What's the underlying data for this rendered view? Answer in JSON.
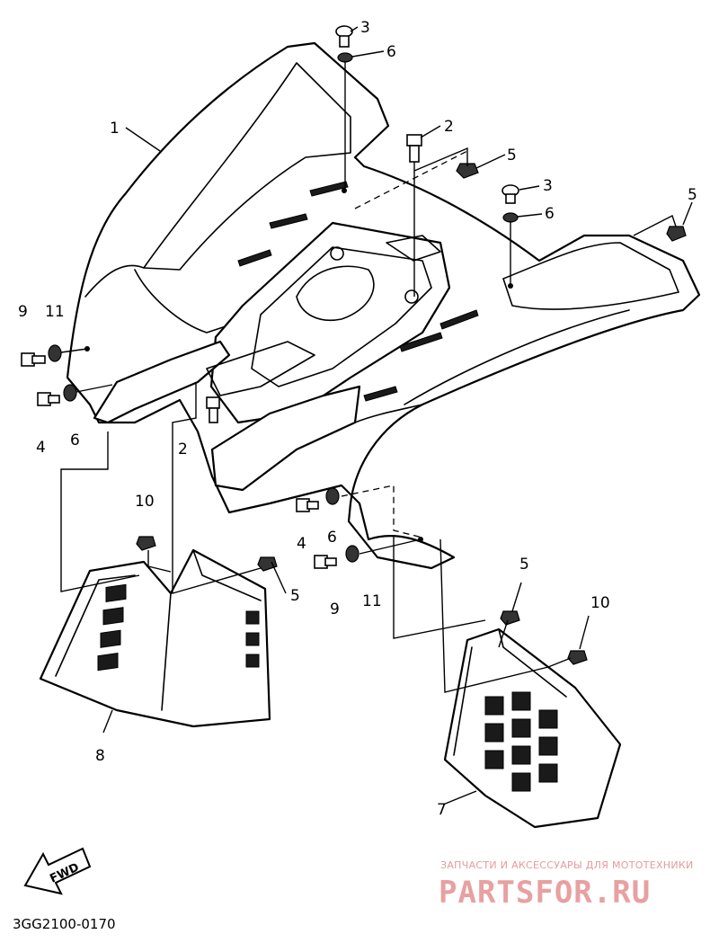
{
  "diagram": {
    "code": "3GG2100-0170",
    "direction_label": "FWD",
    "callouts": [
      "1",
      "2",
      "3",
      "6",
      "5",
      "3",
      "6",
      "5",
      "9",
      "11",
      "4",
      "6",
      "2",
      "10",
      "5",
      "4",
      "6",
      "9",
      "11",
      "5",
      "10",
      "8",
      "7"
    ]
  },
  "watermark": {
    "tagline": "ЗАПЧАСТИ И АКСЕССУАРЫ ДЛЯ МОТОТЕХНИКИ",
    "brand": "PARTSFOR.RU"
  }
}
